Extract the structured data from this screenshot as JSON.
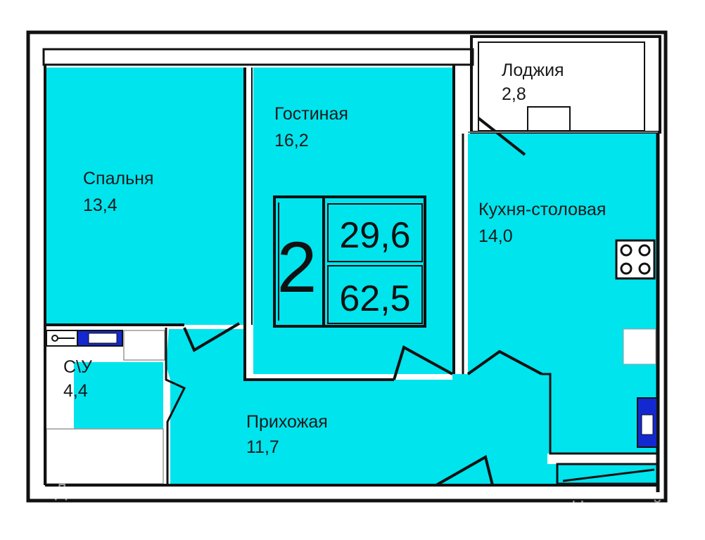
{
  "plan": {
    "rooms_count": "2",
    "living_area": "29,6",
    "total_area": "62,5",
    "rooms": {
      "loggia": {
        "name": "Лоджия",
        "area": "2,8"
      },
      "living": {
        "name": "Гостиная",
        "area": "16,2"
      },
      "bedroom": {
        "name": "Спальня",
        "area": "13,4"
      },
      "kitchen": {
        "name": "Кухня-столовая",
        "area": "14,0"
      },
      "bathroom": {
        "name": "С\\У",
        "area": "4,4"
      },
      "hallway": {
        "name": "Прихожая",
        "area": "11,7"
      }
    }
  },
  "colors": {
    "room_fill": "#00e4ee",
    "wall": "#111111",
    "background": "#ffffff"
  },
  "watermarks": {
    "left": "Домклик",
    "right": "Новострой-М"
  }
}
